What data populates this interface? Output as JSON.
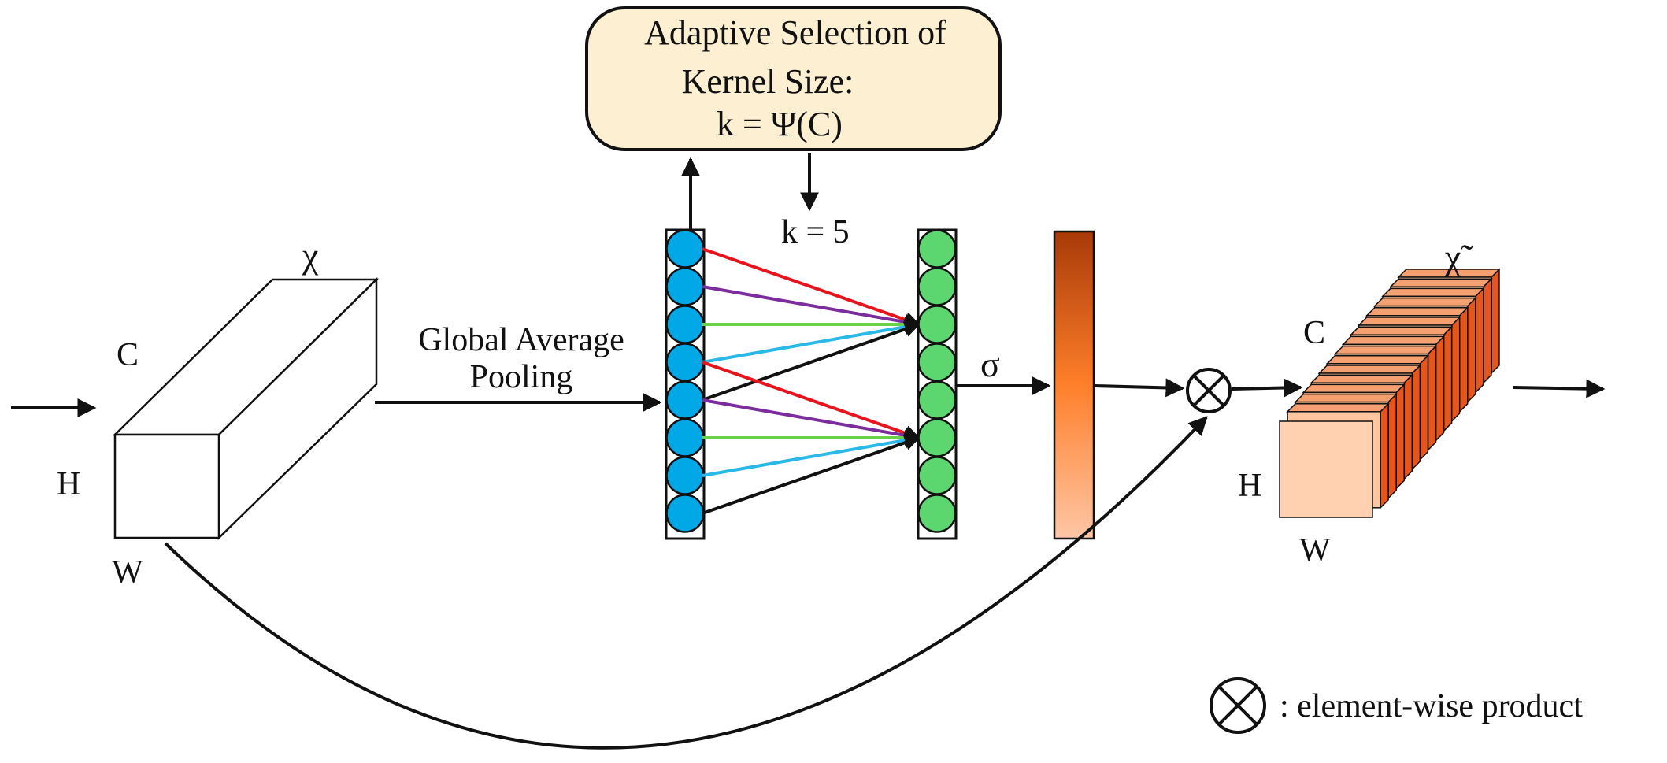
{
  "input_tensor": {
    "symbol": "χ",
    "dim_c": "C",
    "dim_h": "H",
    "dim_w": "W"
  },
  "gap_label": {
    "line1": "Global Average",
    "line2": "Pooling"
  },
  "adaptive_box": {
    "line1": "Adaptive Selection of",
    "line2": "Kernel Size:",
    "line3": "k = Ψ(C)",
    "fill": "#fdf0d2"
  },
  "kernel_label": "k = 5",
  "sigma_label": "σ",
  "input_nodes": {
    "count": 8,
    "color": "#00a8e6"
  },
  "output_nodes": {
    "count": 8,
    "color": "#5cd66e"
  },
  "connection_colors": [
    "#e8141b",
    "#7b2d9e",
    "#6ad14a",
    "#2ab8e8",
    "#111111"
  ],
  "output_tensor": {
    "symbol": "χ̃",
    "dim_c": "C",
    "dim_h": "H",
    "dim_w": "W",
    "slice_count": 16
  },
  "legend": {
    "text": ": element-wise product"
  }
}
